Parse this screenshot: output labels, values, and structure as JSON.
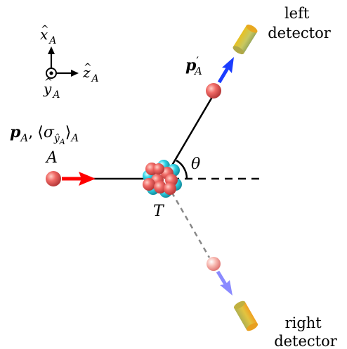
{
  "axes": {
    "x_base": "x",
    "z_base": "z",
    "y_base": "y",
    "hat": "^",
    "subscript": "A"
  },
  "incoming": {
    "momentum_base": "p",
    "momentum_sub": "A",
    "separator": ",",
    "expect_open": "⟨",
    "sigma": "σ",
    "sigma_sub": "ŷ",
    "sigma_sub_sub": "A",
    "expect_close": "⟩",
    "expect_sub": "A",
    "particle_label": "A"
  },
  "outgoing": {
    "momentum_base": "p",
    "prime": "′",
    "momentum_sub": "A"
  },
  "angle_label": "θ",
  "target_label": "T",
  "detectors": {
    "left_line1": "left",
    "left_line2": "detector",
    "right_line1": "right",
    "right_line2": "detector"
  },
  "colors": {
    "incoming_arrow": "#ff0000",
    "outgoing_arrow": "#1a3cff",
    "right_arrow": "#8a8aff",
    "particle": "#f26a6a",
    "nucleon_cyan": "#2fd3e6",
    "detector": "#d8c040"
  }
}
